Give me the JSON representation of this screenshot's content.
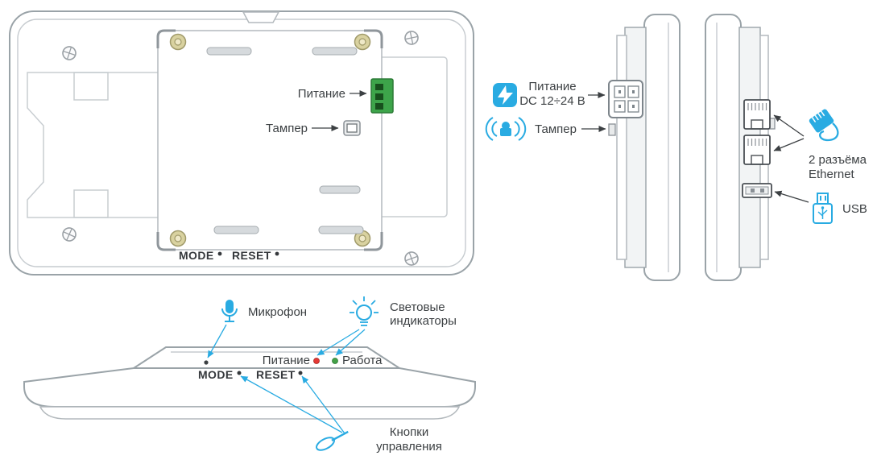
{
  "colors": {
    "accent": "#29abe2",
    "outline": "#9aa3a8",
    "text": "#3c4043",
    "terminal_green": "#3da44a",
    "led_power_red": "#e53935",
    "led_status_green": "#43a047",
    "mount_hole_brass": "#d9d2a0"
  },
  "icons": {
    "power_dc": "lightning-bolt-icon",
    "tamper": "siren-waves-icon",
    "ethernet": "rj45-cable-icon",
    "usb": "flash-drive-icon",
    "microphone": "microphone-icon",
    "indicators": "light-bulb-icon",
    "buttons": "eject-pin-icon"
  },
  "rear_view": {
    "power_label": "Питание",
    "tamper_label": "Тампер",
    "mode_label": "MODE",
    "reset_label": "RESET"
  },
  "side_left_view": {
    "power_label_line1": "Питание",
    "power_label_line2": "DC 12÷24 В",
    "tamper_label": "Тампер"
  },
  "side_right_view": {
    "ethernet_label_line1": "2 разъёма",
    "ethernet_label_line2": "Ethernet",
    "usb_label": "USB"
  },
  "bottom_view": {
    "microphone_label": "Микрофон",
    "indicators_label_line1": "Световые",
    "indicators_label_line2": "индикаторы",
    "power_led_label": "Питание",
    "status_led_label": "Работа",
    "mode_label": "MODE",
    "reset_label": "RESET",
    "buttons_label_line1": "Кнопки",
    "buttons_label_line2": "управления"
  }
}
